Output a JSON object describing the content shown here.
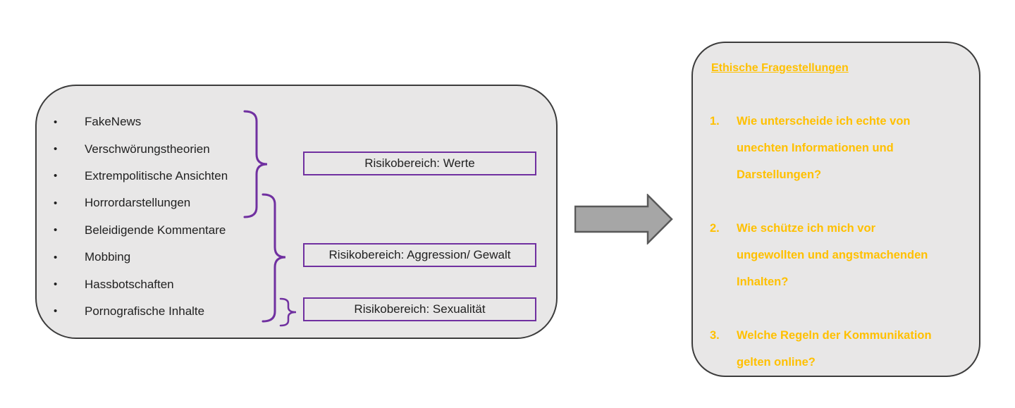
{
  "left_panel": {
    "bullet": "•",
    "items": [
      "FakeNews",
      "Verschwörungstheorien",
      "Extrempolitische Ansichten",
      "Horrordarstellungen",
      "Beleidigende Kommentare",
      "Mobbing",
      "Hassbotschaften",
      "Pornografische Inhalte"
    ],
    "risk_boxes": [
      {
        "label": "Risikobereich: Werte"
      },
      {
        "label": "Risikobereich: Aggression/ Gewalt"
      },
      {
        "label": "Risikobereich: Sexualität"
      }
    ]
  },
  "right_panel": {
    "title": "Ethische Fragestellungen",
    "items": [
      {
        "number": "1.",
        "lines": [
          "Wie unterscheide ich echte von",
          "unechten Informationen und",
          "Darstellungen?"
        ]
      },
      {
        "number": "2.",
        "lines": [
          "Wie schütze ich mich vor",
          "ungewollten und angstmachenden",
          "Inhalten?"
        ]
      },
      {
        "number": "3.",
        "lines": [
          "Welche Regeln der Kommunikation",
          "gelten online?"
        ]
      }
    ]
  },
  "colors": {
    "accent_purple": "#7030A0",
    "accent_gold": "#FFC000",
    "panel_background": "#E8E7E7",
    "panel_border": "#3C3C3C",
    "arrow_fill": "#A6A6A6",
    "arrow_border": "#595959"
  }
}
